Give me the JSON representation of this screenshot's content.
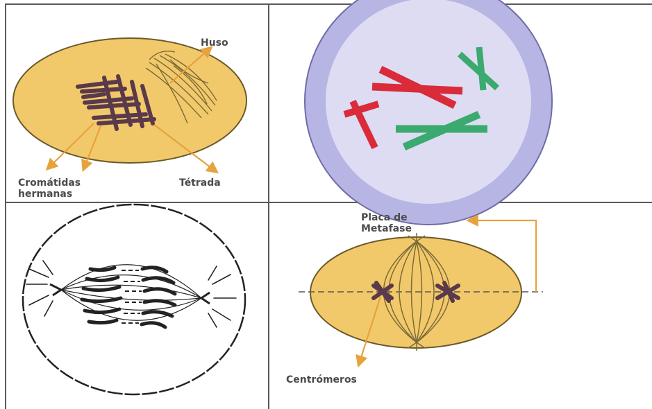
{
  "colors": {
    "cell_yellow": "#f2c96a",
    "cell_outline": "#6b5a2a",
    "arrow_orange": "#e6a23c",
    "chromosome_dark": "#5a3a4a",
    "chromosome_red": "#d92b3a",
    "chromosome_green": "#3aaa6e",
    "nucleus_outer": "#b7b5e3",
    "nucleus_inner": "#dedcf3",
    "grid_lines": "#5a5a5a"
  },
  "panels": {
    "top_left": {
      "labels": {
        "huso": "Huso",
        "cromatidas_line1": "Cromátidas",
        "cromatidas_line2": "hermanas",
        "tetrada": "Tétrada"
      }
    },
    "bottom_right": {
      "labels": {
        "placa_line1": "Placa de",
        "placa_line2": "Metafase",
        "centromeros": "Centrómeros"
      }
    }
  }
}
